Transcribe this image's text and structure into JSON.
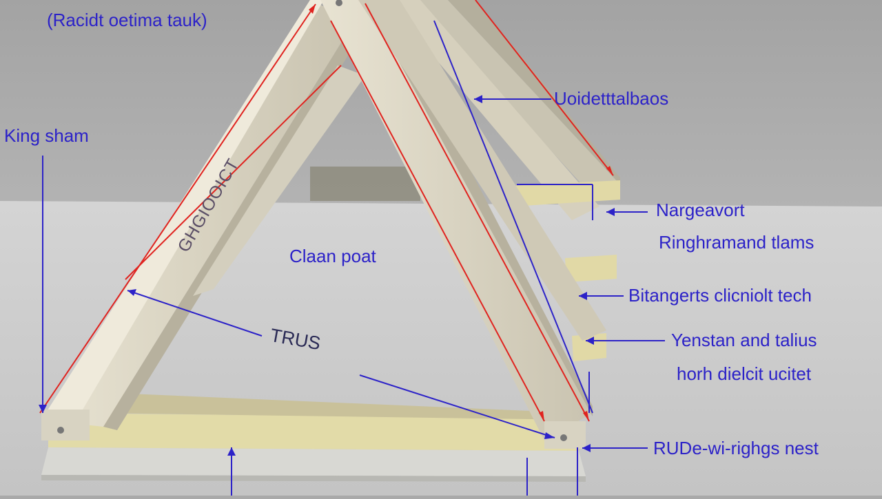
{
  "labels": {
    "top_left": "(Racidt oetima tauk)",
    "king_beam": "King sham",
    "upper_right": "Uoidetttalbaos",
    "right_1": "Nargeavort",
    "right_2": "Ringhramand tlams",
    "center": "Claan poat",
    "right_3": "Bitangerts clicniolt tech",
    "truss": "TRUS",
    "right_4": "Yenstan and talius",
    "right_5": "horh dielcit ucitet",
    "bottom_right": "RUDe-wi-righgs nest",
    "beam_text": "GHGIOOICT"
  },
  "colors": {
    "wall": "#a9a9a9",
    "floor": "#cfcfcf",
    "beam": "#dcd6c2",
    "base_board": "#e6dfae",
    "annotation_blue": "#2c22c8",
    "dimension_red": "#e0231f"
  }
}
